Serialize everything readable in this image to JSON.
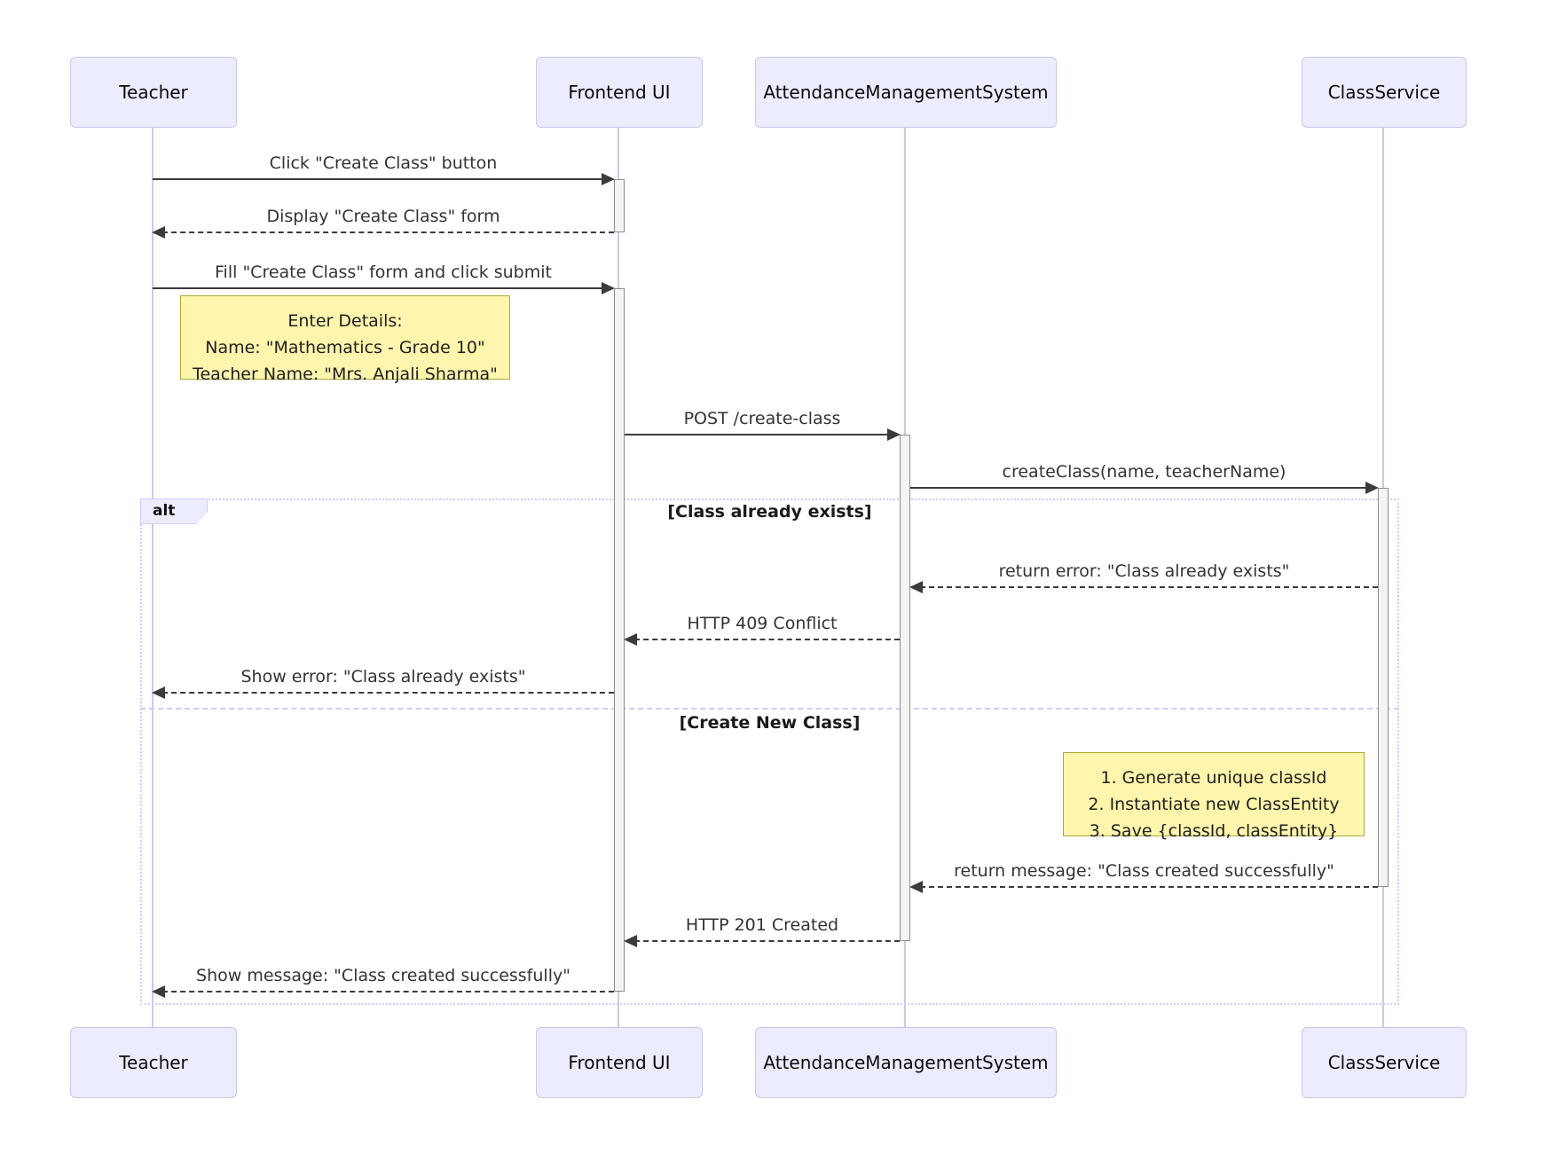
{
  "diagram_type": "sequence-diagram",
  "participants": [
    {
      "name": "Teacher"
    },
    {
      "name": "Frontend UI"
    },
    {
      "name": "AttendanceManagementSystem"
    },
    {
      "name": "ClassService"
    }
  ],
  "messages": {
    "click_create": "Click \"Create Class\" button",
    "display_form": "Display \"Create Class\" form",
    "fill_form": "Fill \"Create Class\" form and click submit",
    "post_create": "POST /create-class",
    "create_class_call": "createClass(name, teacherName)",
    "return_error": "return error: \"Class already exists\"",
    "http_409": "HTTP 409 Conflict",
    "show_error": "Show error: \"Class already exists\"",
    "return_message": "return message: \"Class created successfully\"",
    "http_201": "HTTP 201 Created",
    "show_message": "Show message: \"Class created successfully\""
  },
  "notes": {
    "enter_details": [
      "Enter Details:",
      "Name: \"Mathematics - Grade 10\"",
      "Teacher Name: \"Mrs. Anjali Sharma\""
    ],
    "service_steps": [
      "1. Generate unique classId",
      "2. Instantiate new ClassEntity",
      "3. Save {classId, classEntity}"
    ]
  },
  "alt": {
    "label": "alt",
    "conditions": [
      "[Class already exists]",
      "[Create New Class]"
    ]
  },
  "colors": {
    "actor_fill": "#ECECFF",
    "actor_border": "#C7C7EA",
    "lifeline": "#C9C9E9",
    "activation_fill": "#F4F4F4",
    "activation_border": "#8C8C8C",
    "note_fill": "#FFF5AD",
    "note_border": "#AAAA33",
    "frame_border": "#CCCCFF",
    "arrow": "#3B3B3B",
    "message_text": "#333333"
  }
}
